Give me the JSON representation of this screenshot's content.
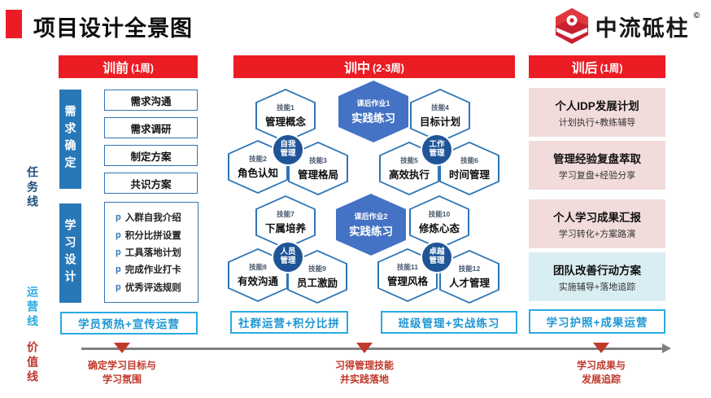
{
  "colors": {
    "header_red": "#EC1C24",
    "steel_blue_tab": "#2878B8",
    "hex_border_blue": "#2E75B6",
    "hex_fill_blue": "#4472C4",
    "badge_navy": "#1F5597",
    "pink_block": "#F2DCDB",
    "cyan_block": "#D9EEF3",
    "ops_border_cyan": "#29ABE2",
    "ops_text_blue": "#1E97D4",
    "timeline_gray": "#7F7F7F",
    "timeline_red": "#C0392B",
    "rail_task_blue": "#1F4E79",
    "rail_ops_cyan": "#29ABE2",
    "rail_value_red": "#C23531"
  },
  "page": {
    "title": "项目设计全景图"
  },
  "logo": {
    "icon": "hexagon-brand-icon",
    "name": "中流砥柱",
    "copyright": "©"
  },
  "rails": {
    "task": "任务线",
    "ops": "运营线",
    "value": "价值线"
  },
  "pre": {
    "header": {
      "title": "训前",
      "duration": "(1周)"
    },
    "demand": {
      "tab": "需求确定",
      "items": [
        "需求沟通",
        "需求调研",
        "制定方案",
        "共识方案"
      ]
    },
    "design": {
      "tab": "学习设计",
      "bullet": "p",
      "items": [
        "入群自我介绍",
        "积分比拼设置",
        "工具落地计划",
        "完成作业打卡",
        "优秀评选规则"
      ]
    },
    "ops_bar": "学员预热+宣传运营"
  },
  "mid": {
    "header": {
      "title": "训中",
      "duration": "(2-3周)"
    },
    "assignments": [
      {
        "tag": "课后作业1",
        "title": "实践练习"
      },
      {
        "tag": "课后作业2",
        "title": "实践练习"
      }
    ],
    "badges": [
      {
        "line1": "自我",
        "line2": "管理"
      },
      {
        "line1": "工作",
        "line2": "管理"
      },
      {
        "line1": "人员",
        "line2": "管理"
      },
      {
        "line1": "卓越",
        "line2": "管理"
      }
    ],
    "skills": [
      {
        "tag": "技能1",
        "title": "管理概念"
      },
      {
        "tag": "技能2",
        "title": "角色认知"
      },
      {
        "tag": "技能3",
        "title": "管理格局"
      },
      {
        "tag": "技能4",
        "title": "目标计划"
      },
      {
        "tag": "技能5",
        "title": "高效执行"
      },
      {
        "tag": "技能6",
        "title": "时间管理"
      },
      {
        "tag": "技能7",
        "title": "下属培养"
      },
      {
        "tag": "技能8",
        "title": "有效沟通"
      },
      {
        "tag": "技能9",
        "title": "员工激励"
      },
      {
        "tag": "技能10",
        "title": "修炼心态"
      },
      {
        "tag": "技能11",
        "title": "管理风格"
      },
      {
        "tag": "技能12",
        "title": "人才管理"
      }
    ],
    "ops_bars": [
      "社群运营+积分比拼",
      "班级管理+实战练习"
    ]
  },
  "post": {
    "header": {
      "title": "训后",
      "duration": "(1周)"
    },
    "blocks": [
      {
        "title": "个人IDP发展计划",
        "subtitle": "计划执行+教练辅导"
      },
      {
        "title": "管理经验复盘萃取",
        "subtitle": "学习复盘+经验分享"
      },
      {
        "title": "个人学习成果汇报",
        "subtitle": "学习转化+方案路演"
      },
      {
        "title": "团队改善行动方案",
        "subtitle": "实施辅导+落地追踪"
      }
    ],
    "ops_bar": "学习护照+成果运营"
  },
  "timeline": {
    "milestones": [
      {
        "line1": "确定学习目标与",
        "line2": "学习氛围"
      },
      {
        "line1": "习得管理技能",
        "line2": "并实践落地"
      },
      {
        "line1": "学习成果与",
        "line2": "发展追踪"
      }
    ]
  }
}
